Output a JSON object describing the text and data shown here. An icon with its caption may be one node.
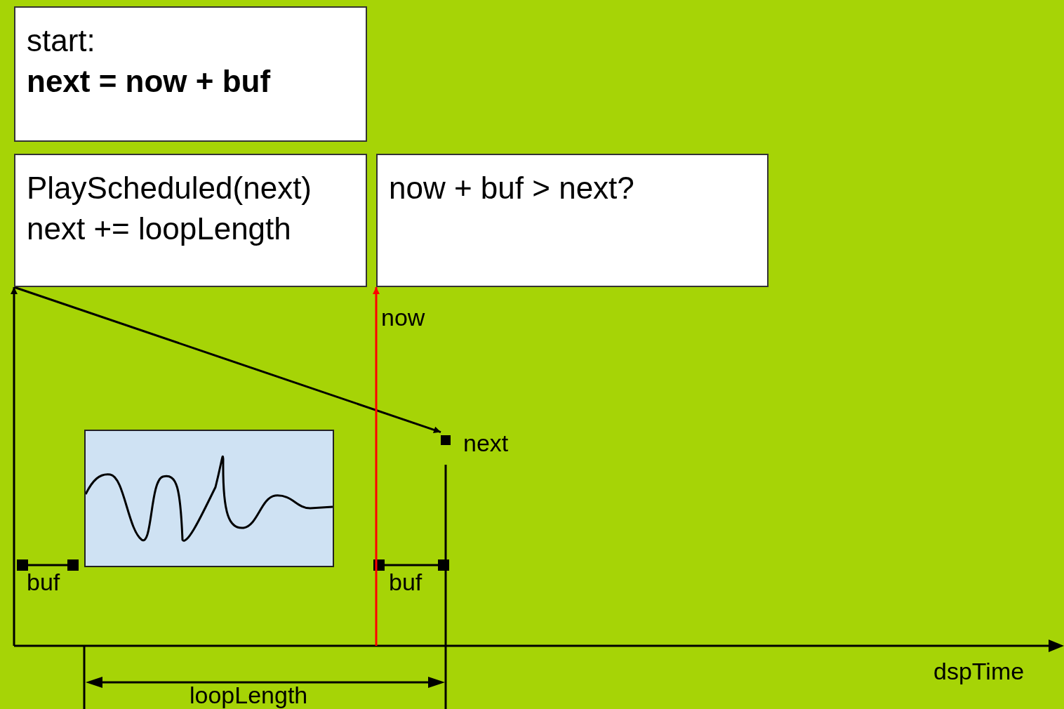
{
  "diagram": {
    "nodes": [
      {
        "text": [
          "start:",
          "next = now + buf"
        ]
      },
      {
        "text": [
          "PlayScheduled(next)",
          "next += loopLength"
        ]
      },
      {
        "text": [
          "now + buf > next?"
        ]
      },
      {
        "text": [],
        "shape": "picture"
      },
      {
        "text": [
          "next"
        ]
      }
    ],
    "edges": [
      {
        "from": null,
        "to": 1,
        "arrow": "to"
      },
      {
        "from": 1,
        "to": 4,
        "arrow": "to"
      },
      {
        "from": null,
        "to": 2,
        "arrow": "to",
        "label": "now",
        "color": "#ff0000"
      }
    ],
    "labels": [
      "buf",
      "buf",
      "dspTime",
      "loopLength"
    ]
  }
}
